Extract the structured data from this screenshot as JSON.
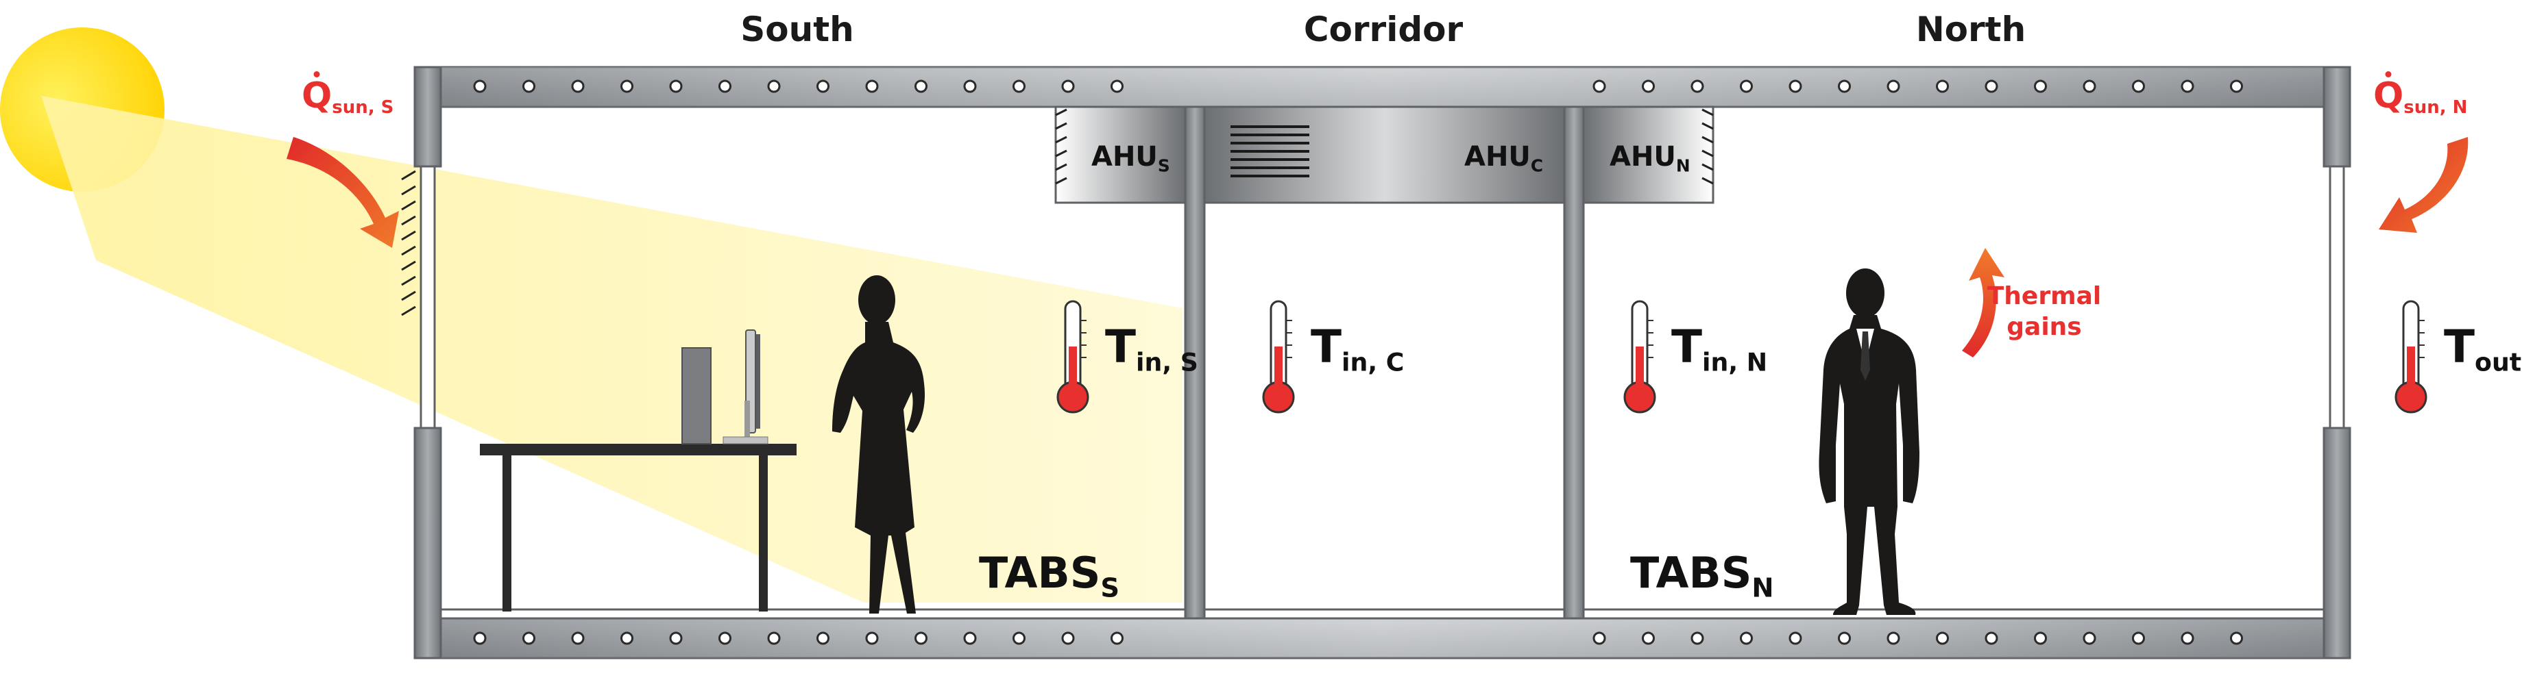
{
  "zones": {
    "south": "South",
    "corridor": "Corridor",
    "north": "North"
  },
  "ahu": {
    "south": {
      "base": "AHU",
      "sub": "S"
    },
    "corridor": {
      "base": "AHU",
      "sub": "C"
    },
    "north": {
      "base": "AHU",
      "sub": "N"
    }
  },
  "temperatures": {
    "south": {
      "base": "T",
      "sub": "in, S"
    },
    "corridor": {
      "base": "T",
      "sub": "in, C"
    },
    "north": {
      "base": "T",
      "sub": "in, N"
    },
    "outside": {
      "base": "T",
      "sub": "out"
    }
  },
  "tabs": {
    "south": {
      "base": "TABS",
      "sub": "S"
    },
    "north": {
      "base": "TABS",
      "sub": "N"
    }
  },
  "solar": {
    "south": {
      "base": "Q",
      "sub": "sun, S"
    },
    "north": {
      "base": "Q",
      "sub": "sun, N"
    }
  },
  "thermal_gains": "Thermal gains",
  "colors": {
    "accent_red": "#e8312f",
    "sun_yellow": "#ffe600",
    "frame_gray": "#8c9094",
    "silhouette": "#1c1a19"
  },
  "icons": [
    "sun-icon",
    "thermometer-icon",
    "woman-silhouette-icon",
    "man-silhouette-icon",
    "desk-icon",
    "computer-icon",
    "arrow-icon"
  ]
}
